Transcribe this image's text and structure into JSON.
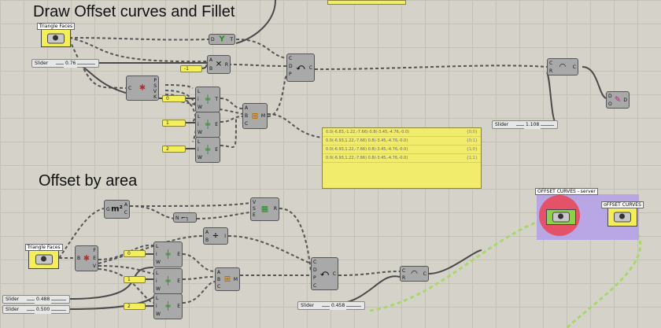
{
  "headings": {
    "draw": "Draw Offset curves and Fillet",
    "offset": "Offset by area"
  },
  "params": {
    "triangle_faces_1": "Triangle Faces",
    "triangle_faces_2": "Triangle Faces",
    "offset_curves_server": "OFFSET CURVES - server",
    "offset_curves": "oFFSET CURVES"
  },
  "sliders": {
    "s1": {
      "label": "Slider",
      "value": "0.76"
    },
    "s2": {
      "label": "Slider",
      "value": "1.108"
    },
    "s3": {
      "label": "Slider",
      "value": "0.488"
    },
    "s4": {
      "label": "Slider",
      "value": "0.500"
    },
    "s5": {
      "label": "Slider",
      "value": "0.458"
    }
  },
  "small_inputs": {
    "a": "-1",
    "b": "0",
    "c": "1",
    "d": "2",
    "e": "0",
    "f": "1",
    "g": "2"
  },
  "panel_rows": [
    {
      "text": "0.0(-6.83,-1.22,-7.66) 0.8(-3.45,-4.76,-0.0)",
      "index": "{0;0}"
    },
    {
      "text": "0.0(-6.93,1.22,-7.66) 0.8(-3.45,-4.76,-0.0)",
      "index": "{0;1}"
    },
    {
      "text": "0.0(-6.93,1.22,-7.66) 0.8(-3.45,-4.76,-0.0)",
      "index": "{1;0}"
    },
    {
      "text": "0.0(-6.93,1.22,-7.66) 0.8(-3.45,-4.76,-0.0)",
      "index": "{1;1}"
    }
  ],
  "top_panel_text": "...",
  "colors": {
    "canvas": "#d5d2c9",
    "panel": "#f2ec6c",
    "group": "#b7a3e6",
    "circle": "#e35268",
    "wire_green": "#a8d868"
  }
}
